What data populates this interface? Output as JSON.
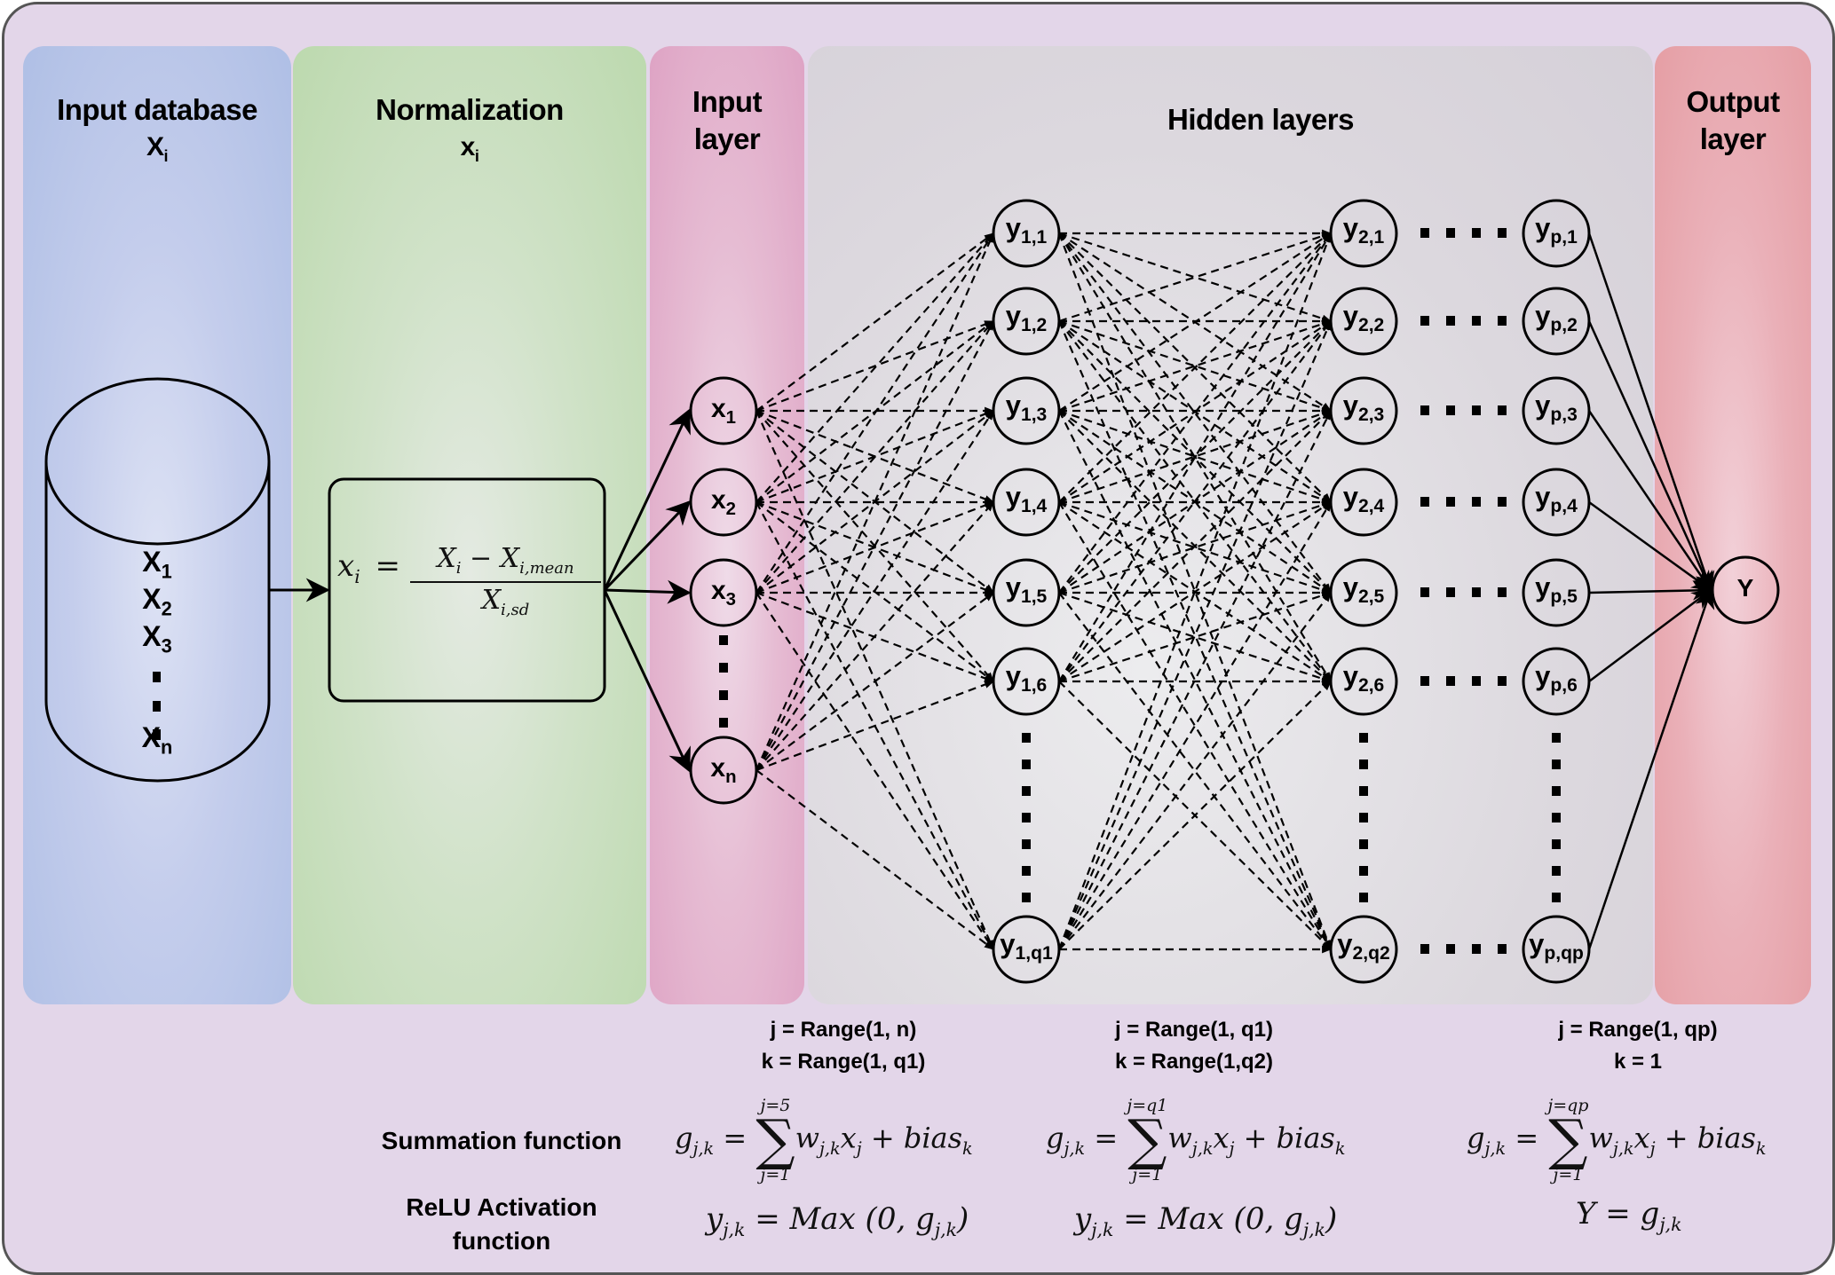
{
  "panels": {
    "input_database": {
      "title": "Input database",
      "symbol": "X",
      "symbol_sub": "i",
      "color": "#afbfe5"
    },
    "normalization": {
      "title": "Normalization",
      "symbol": "x",
      "symbol_sub": "i",
      "color": "#bcd9ae"
    },
    "input_layer": {
      "title_line1": "Input",
      "title_line2": "layer",
      "color": "#dea3c4"
    },
    "hidden_layers": {
      "title": "Hidden layers",
      "color": "#d5d0d8"
    },
    "output_layer": {
      "title_line1": "Output",
      "title_line2": "layer",
      "color": "#e59ea4"
    }
  },
  "database_items": [
    {
      "base": "X",
      "sub": "1"
    },
    {
      "base": "X",
      "sub": "2"
    },
    {
      "base": "X",
      "sub": "3"
    },
    {
      "base": "X",
      "sub": "n"
    }
  ],
  "normalization_formula": {
    "lhs": "x",
    "lhs_sub": "i",
    "numerator": "X",
    "numerator_sub": "i",
    "numerator_minus": "X",
    "numerator_minus_sub": "i,mean",
    "denominator": "X",
    "denominator_sub": "i,sd"
  },
  "network": {
    "input_nodes": [
      {
        "base": "x",
        "sub": "1"
      },
      {
        "base": "x",
        "sub": "2"
      },
      {
        "base": "x",
        "sub": "3"
      },
      {
        "base": "x",
        "sub": "n"
      }
    ],
    "hidden_layer_1": [
      {
        "base": "y",
        "sub": "1,1"
      },
      {
        "base": "y",
        "sub": "1,2"
      },
      {
        "base": "y",
        "sub": "1,3"
      },
      {
        "base": "y",
        "sub": "1,4"
      },
      {
        "base": "y",
        "sub": "1,5"
      },
      {
        "base": "y",
        "sub": "1,6"
      },
      {
        "base": "y",
        "sub": "1,q1"
      }
    ],
    "hidden_layer_2": [
      {
        "base": "y",
        "sub": "2,1"
      },
      {
        "base": "y",
        "sub": "2,2"
      },
      {
        "base": "y",
        "sub": "2,3"
      },
      {
        "base": "y",
        "sub": "2,4"
      },
      {
        "base": "y",
        "sub": "2,5"
      },
      {
        "base": "y",
        "sub": "2,6"
      },
      {
        "base": "y",
        "sub": "2,q2"
      }
    ],
    "hidden_layer_p": [
      {
        "base": "y",
        "sub": "p,1"
      },
      {
        "base": "y",
        "sub": "p,2"
      },
      {
        "base": "y",
        "sub": "p,3"
      },
      {
        "base": "y",
        "sub": "p,4"
      },
      {
        "base": "y",
        "sub": "p,5"
      },
      {
        "base": "y",
        "sub": "p,6"
      },
      {
        "base": "y",
        "sub": "p,qp"
      }
    ],
    "output_node": {
      "base": "Y"
    }
  },
  "ranges": {
    "input_to_h1": {
      "j": "j = Range(1, n)",
      "k": "k = Range(1, q1)"
    },
    "h1_to_h2": {
      "j": "j = Range(1, q1)",
      "k": "k = Range(1,q2)"
    },
    "hp_to_out": {
      "j": "j = Range(1, qp)",
      "k": "k = 1"
    }
  },
  "row_labels": {
    "summation": "Summation function",
    "relu_line1": "ReLU Activation",
    "relu_line2": "function"
  },
  "formulas": {
    "sum1": {
      "upper": "j=5",
      "lower": "j=1"
    },
    "sum2": {
      "upper": "j=q1",
      "lower": "j=1"
    },
    "sum3": {
      "upper": "j=qp",
      "lower": "j=1"
    },
    "sum_lhs": "g",
    "sum_lhs_sub": "j,k",
    "sum_body": "w",
    "sum_body_sub": "j,k",
    "sum_x": "x",
    "sum_x_sub": "j",
    "sum_bias": "+ bias",
    "sum_bias_sub": "k",
    "relu": "y",
    "relu_sub": "j,k",
    "relu_rhs": "= Max (0, g",
    "relu_rhs_sub": "j,k",
    "relu_close": ")",
    "output": "Y = g",
    "output_sub": "j,k"
  }
}
